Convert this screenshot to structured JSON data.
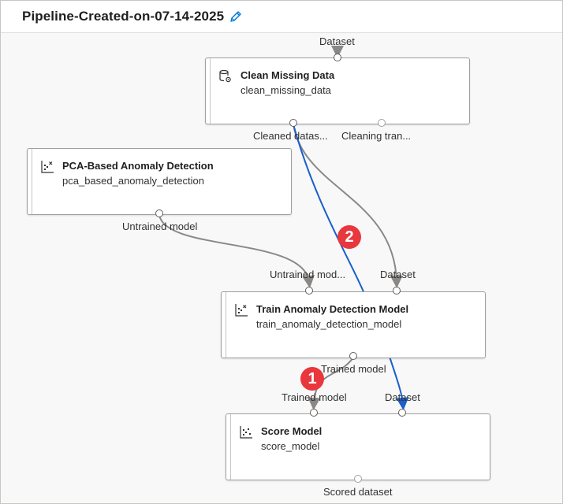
{
  "header": {
    "title": "Pipeline-Created-on-07-14-2025"
  },
  "nodes": {
    "clean": {
      "name": "Clean Missing Data",
      "id": "clean_missing_data",
      "in_label": "Dataset",
      "out1_label": "Cleaned datas...",
      "out2_label": "Cleaning tran..."
    },
    "pca": {
      "name": "PCA-Based Anomaly Detection",
      "id": "pca_based_anomaly_detection",
      "out_label": "Untrained model"
    },
    "train": {
      "name": "Train Anomaly Detection Model",
      "id": "train_anomaly_detection_model",
      "in1_label": "Untrained mod...",
      "in2_label": "Dataset",
      "out_label": "Trained model"
    },
    "score": {
      "name": "Score Model",
      "id": "score_model",
      "in1_label": "Trained model",
      "in2_label": "Dataset",
      "out_label": "Scored dataset"
    }
  },
  "badges": [
    "1",
    "2"
  ],
  "colors": {
    "highlight_wire": "#1a5fcb",
    "wire": "#8a8886",
    "badge": "#e8383d"
  },
  "icons": {
    "edit": "pencil-icon",
    "clean": "database-gear-icon",
    "pca": "scatter-plot-icon",
    "train": "scatter-plot-icon",
    "score": "scatter-dots-icon"
  }
}
